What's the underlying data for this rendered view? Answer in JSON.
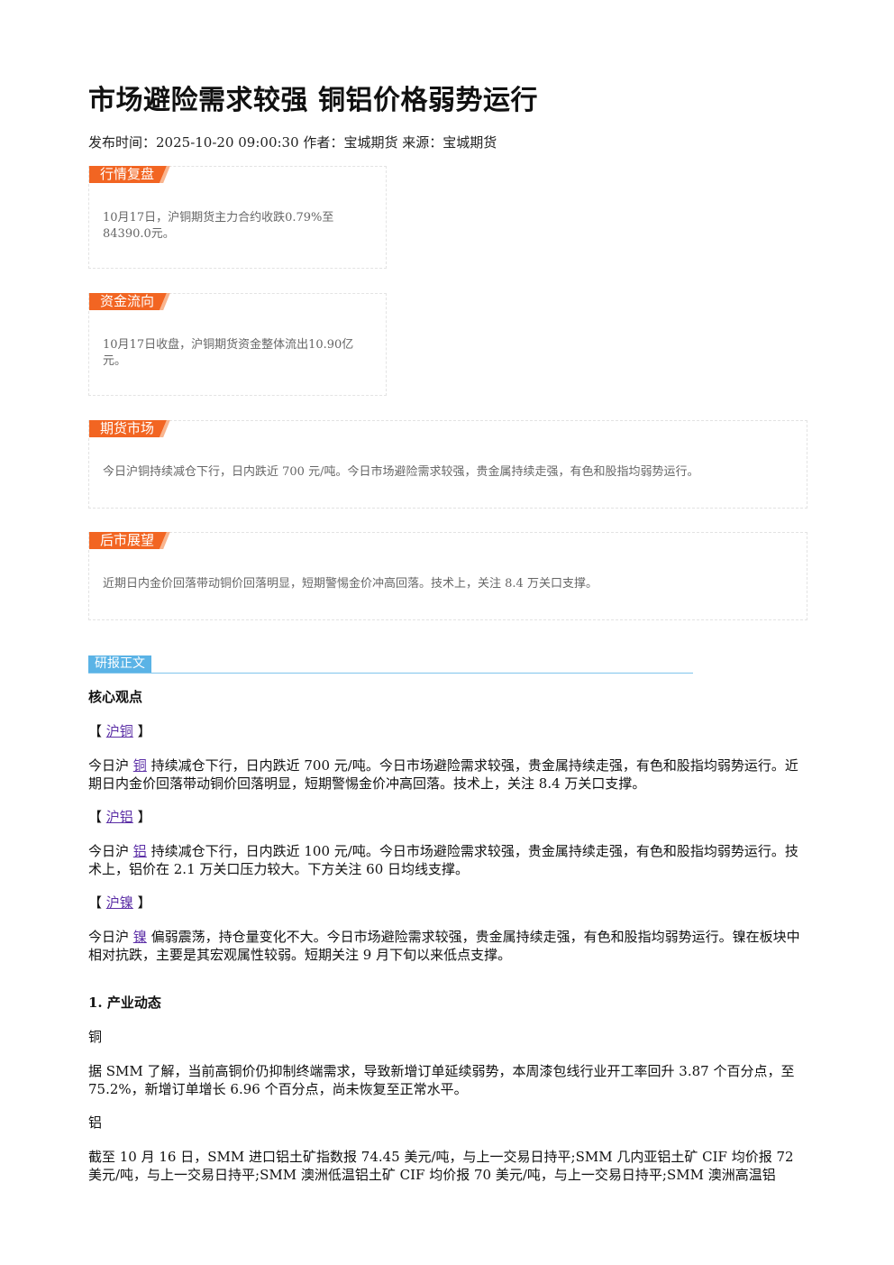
{
  "title": "市场避险需求较强 铜铝价格弱势运行",
  "meta": {
    "publish_label": "发布时间：",
    "publish_time": "2025-10-20 09:00:30",
    "author_label": "作者：",
    "author": "宝城期货",
    "source_label": "来源：",
    "source": "宝城期货"
  },
  "boxes": [
    {
      "tag": "行情复盘",
      "text": "10月17日，沪铜期货主力合约收跌0.79%至84390.0元。"
    },
    {
      "tag": "资金流向",
      "text": "10月17日收盘，沪铜期货资金整体流出10.90亿元。"
    },
    {
      "tag": "期货市场",
      "text": "今日沪铜持续减仓下行，日内跌近 700 元/吨。今日市场避险需求较强，贵金属持续走强，有色和股指均弱势运行。"
    },
    {
      "tag": "后市展望",
      "text": "近期日内金价回落带动铜价回落明显，短期警惕金价冲高回落。技术上，关注 8.4 万关口支撑。"
    }
  ],
  "report": {
    "section_tag": "研报正文",
    "core_title": "核心观点",
    "copper": {
      "bracket_open": "【",
      "name": "沪铜",
      "bracket_close": "】",
      "pre": "今日沪",
      "link": "铜",
      "text": "持续减仓下行，日内跌近 700 元/吨。今日市场避险需求较强，贵金属持续走强，有色和股指均弱势运行。近期日内金价回落带动铜价回落明显，短期警惕金价冲高回落。技术上，关注 8.4 万关口支撑。"
    },
    "aluminum": {
      "bracket_open": "【",
      "name": "沪铝",
      "bracket_close": "】",
      "pre": "今日沪",
      "link": "铝",
      "text": "持续减仓下行，日内跌近 100 元/吨。今日市场避险需求较强，贵金属持续走强，有色和股指均弱势运行。技术上，铝价在 2.1 万关口压力较大。下方关注 60 日均线支撑。"
    },
    "nickel": {
      "bracket_open": "【",
      "name": "沪镍",
      "bracket_close": "】",
      "pre": "今日沪",
      "link": "镍",
      "text": "偏弱震荡，持仓量变化不大。今日市场避险需求较强，贵金属持续走强，有色和股指均弱势运行。镍在板块中相对抗跌，主要是其宏观属性较弱。短期关注 9 月下旬以来低点支撑。"
    },
    "industry_title": "1. 产业动态",
    "copper_label": "铜",
    "copper_news": "据 SMM 了解，当前高铜价仍抑制终端需求，导致新增订单延续弱势，本周漆包线行业开工率回升 3.87 个百分点，至 75.2%，新增订单增长 6.96 个百分点，尚未恢复至正常水平。",
    "aluminum_label": "铝",
    "aluminum_news": "截至 10 月 16 日，SMM 进口铝土矿指数报 74.45 美元/吨，与上一交易日持平;SMM 几内亚铝土矿 CIF 均价报 72 美元/吨，与上一交易日持平;SMM 澳洲低温铝土矿 CIF 均价报 70 美元/吨，与上一交易日持平;SMM 澳洲高温铝"
  }
}
